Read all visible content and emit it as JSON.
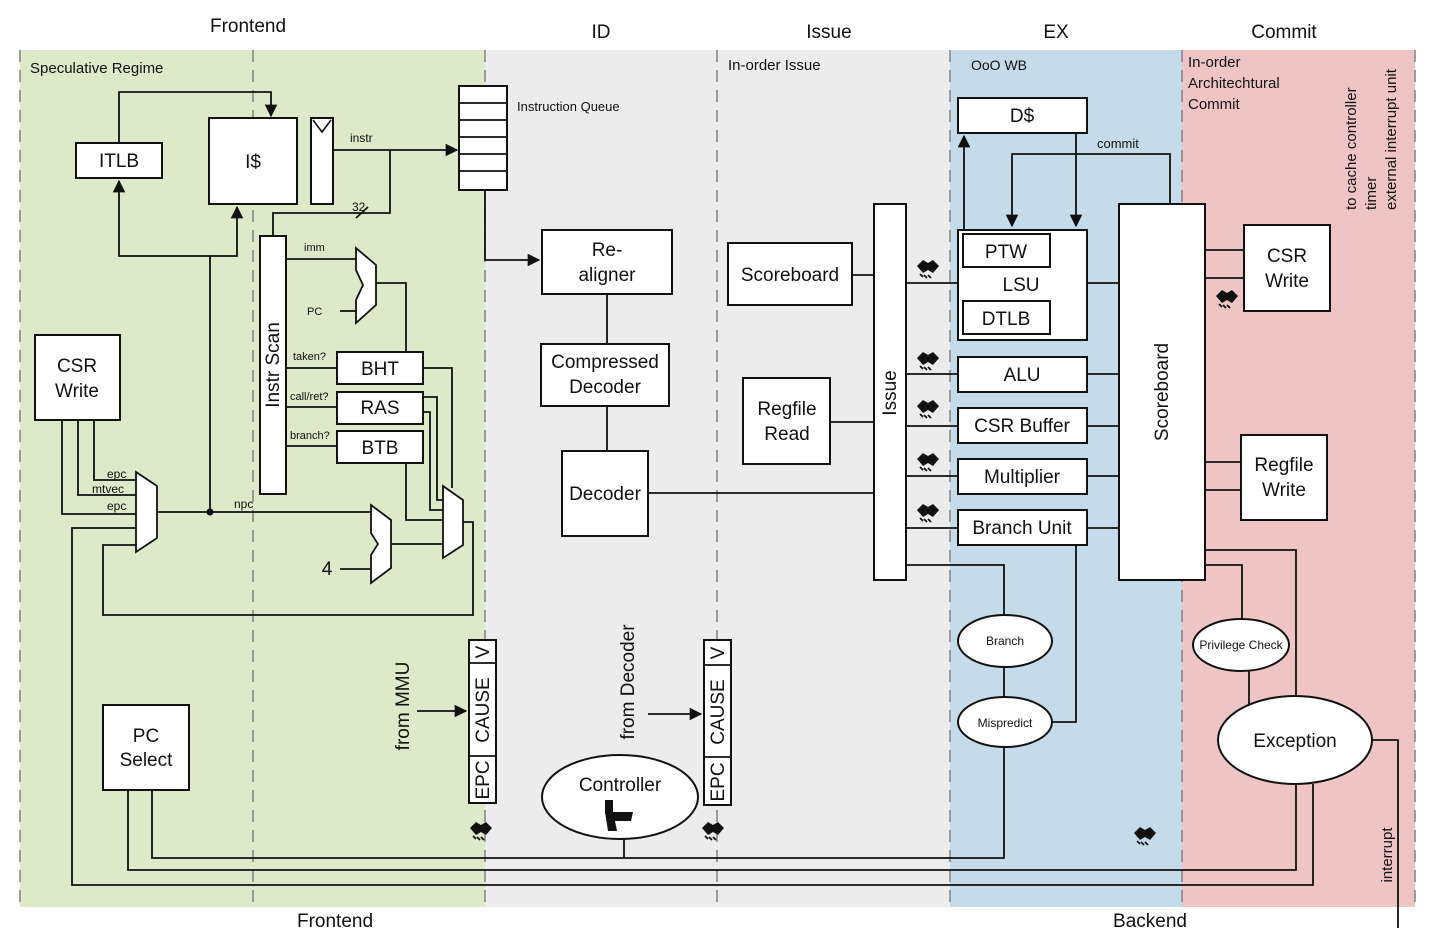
{
  "colors": {
    "frontend": "#dde9c8",
    "id": "#ececec",
    "ex": "#c6dbea",
    "commit": "#efc4c5"
  },
  "stages": {
    "frontend_top": "Frontend",
    "id": "ID",
    "issue": "Issue",
    "ex": "EX",
    "commit": "Commit"
  },
  "bottom": {
    "frontend": "Frontend",
    "backend": "Backend"
  },
  "regions": {
    "speculative": "Speculative Regime",
    "inorder_issue": "In-order Issue",
    "ooo_wb": "OoO WB",
    "commit_l1": "In-order",
    "commit_l2": "Architechtural",
    "commit_l3": "Commit"
  },
  "frontend": {
    "itlb": "ITLB",
    "icache": "I$",
    "instr": "instr",
    "bits": "32",
    "instr_queue": "Instruction Queue",
    "instr_scan": "Instr Scan",
    "imm": "imm",
    "pc": "PC",
    "taken": "taken?",
    "callret": "call/ret?",
    "branch_q": "branch?",
    "bht": "BHT",
    "ras": "RAS",
    "btb": "BTB",
    "csr_write_1": "CSR",
    "csr_write_2": "Write",
    "epc": "epc",
    "mtvec": "mtvec",
    "epc2": "epc",
    "npc": "npc",
    "four": "4",
    "pc_select_1": "PC",
    "pc_select_2": "Select",
    "from_mmu": "from MMU",
    "v": "V",
    "cause": "CAUSE",
    "epc_reg": "EPC"
  },
  "id": {
    "realigner_1": "Re-",
    "realigner_2": "aligner",
    "compressed_1": "Compressed",
    "compressed_2": "Decoder",
    "decoder": "Decoder",
    "from_decoder": "from Decoder",
    "v": "V",
    "cause": "CAUSE",
    "epc_reg": "EPC",
    "controller": "Controller"
  },
  "issue": {
    "scoreboard": "Scoreboard",
    "regfile_1": "Regfile",
    "regfile_2": "Read",
    "issue": "Issue"
  },
  "ex": {
    "dcache": "D$",
    "commit": "commit",
    "ptw": "PTW",
    "lsu": "LSU",
    "dtlb": "DTLB",
    "alu": "ALU",
    "csr_buffer": "CSR Buffer",
    "multiplier": "Multiplier",
    "branch_unit": "Branch Unit",
    "branch": "Branch",
    "mispredict": "Mispredict"
  },
  "commit": {
    "scoreboard": "Scoreboard",
    "csr_1": "CSR",
    "csr_2": "Write",
    "regfile_1": "Regfile",
    "regfile_2": "Write",
    "privilege": "Privilege Check",
    "exception": "Exception",
    "to_cache": "to cache controller",
    "timer": "timer",
    "ext_int": "external interrupt unit",
    "interrupt": "interrupt"
  },
  "icons": [
    "handshake-icon",
    "toilet-icon"
  ]
}
